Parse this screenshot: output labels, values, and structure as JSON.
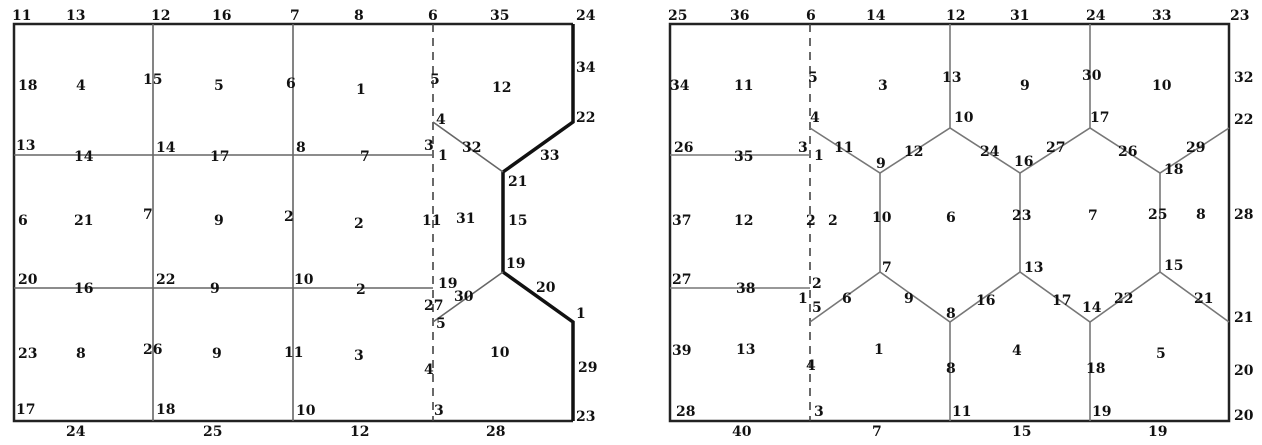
{
  "left_mesh": {
    "labels": [
      "11",
      "13",
      "12",
      "16",
      "7",
      "8",
      "6",
      "35",
      "24",
      "18",
      "4",
      "15",
      "5",
      "6",
      "1",
      "5",
      "12",
      "34",
      "22",
      "13",
      "14",
      "14",
      "17",
      "8",
      "7",
      "3",
      "1",
      "4",
      "32",
      "33",
      "21",
      "19",
      "6",
      "21",
      "7",
      "9",
      "2",
      "2",
      "11",
      "31",
      "15",
      "20",
      "16",
      "22",
      "9",
      "10",
      "2",
      "19",
      "27",
      "30",
      "20",
      "1",
      "5",
      "23",
      "8",
      "26",
      "9",
      "11",
      "3",
      "10",
      "29",
      "4",
      "17",
      "18",
      "10",
      "3",
      "23",
      "24",
      "25",
      "12",
      "28"
    ]
  },
  "right_mesh": {
    "labels": [
      "25",
      "36",
      "6",
      "14",
      "12",
      "31",
      "24",
      "33",
      "23",
      "34",
      "11",
      "5",
      "3",
      "13",
      "9",
      "30",
      "10",
      "32",
      "4",
      "10",
      "17",
      "22",
      "26",
      "35",
      "3",
      "1",
      "11",
      "12",
      "9",
      "24",
      "16",
      "27",
      "26",
      "29",
      "18",
      "37",
      "12",
      "2",
      "2",
      "10",
      "6",
      "23",
      "7",
      "25",
      "8",
      "28",
      "27",
      "38",
      "2",
      "7",
      "13",
      "15",
      "1",
      "5",
      "6",
      "9",
      "8",
      "16",
      "17",
      "14",
      "22",
      "21",
      "21",
      "39",
      "13",
      "1",
      "4",
      "8",
      "4",
      "18",
      "5",
      "20",
      "28",
      "3",
      "11",
      "19",
      "20",
      "40",
      "7",
      "15",
      "19"
    ]
  }
}
